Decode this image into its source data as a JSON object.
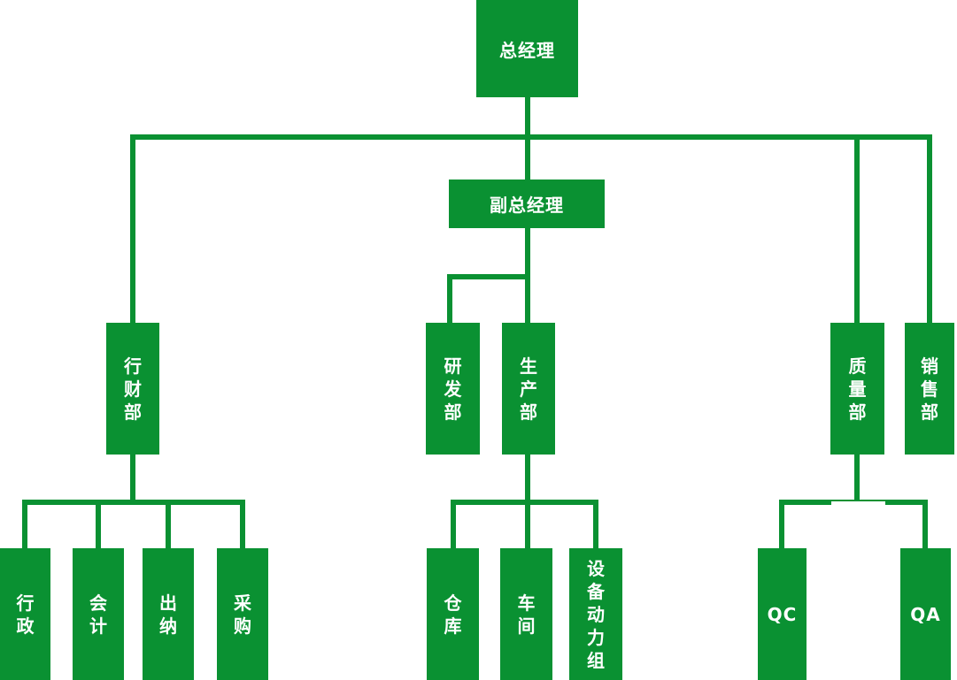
{
  "colors": {
    "node_fill": "#0A9132",
    "connector": "#0A9132",
    "node_text": "#FFFFFF",
    "background": "#FFFFFF"
  },
  "labels": {
    "general_manager": "总经理",
    "deputy_general_manager": "副总经理",
    "admin_finance_dept": "行财部",
    "rnd_dept": "研发部",
    "production_dept": "生产部",
    "quality_dept": "质量部",
    "sales_dept": "销售部",
    "admin": "行政",
    "accounting": "会计",
    "cashier": "出纳",
    "procurement": "采购",
    "warehouse": "仓库",
    "workshop": "车间",
    "equipment_power_group": "设备动力组",
    "qc": "QC",
    "qa": "QA"
  },
  "hierarchy": {
    "总经理": {
      "行财部": [
        "行政",
        "会计",
        "出纳",
        "采购"
      ],
      "副总经理": {
        "研发部": [],
        "生产部": [
          "仓库",
          "车间",
          "设备动力组"
        ]
      },
      "质量部": [
        "QC",
        "QA"
      ],
      "销售部": []
    }
  }
}
